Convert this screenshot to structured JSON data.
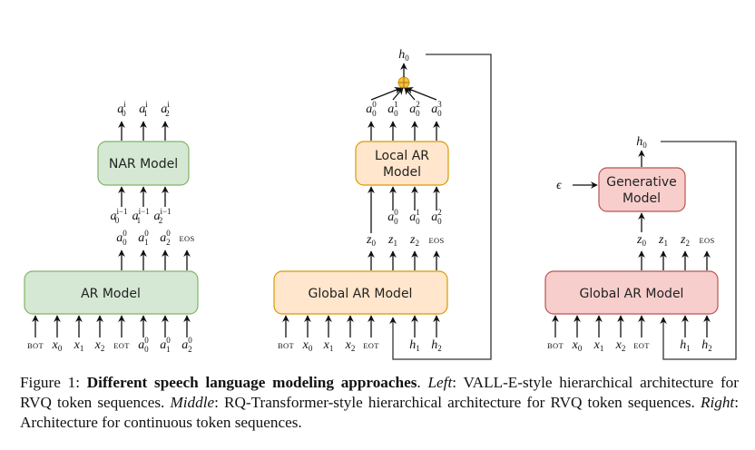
{
  "colors": {
    "left_fill": "#d5e8d4",
    "left_stroke": "#82b366",
    "middle_fill": "#ffe6cc",
    "middle_stroke": "#d79b00",
    "right_fill": "#f8cecc",
    "right_stroke": "#b85450",
    "sum_node": "#f5c242"
  },
  "left": {
    "nar_label": "NAR Model",
    "ar_label": "AR Model",
    "nar_outputs": [
      [
        "a",
        "0",
        "i"
      ],
      [
        "a",
        "1",
        "i"
      ],
      [
        "a",
        "2",
        "i"
      ]
    ],
    "nar_inputs": [
      [
        "a",
        "0",
        "i−1"
      ],
      [
        "a",
        "1",
        "i−1"
      ],
      [
        "a",
        "2",
        "i−1"
      ]
    ],
    "ar_outputs": [
      [
        "a",
        "0",
        "0"
      ],
      [
        "a",
        "1",
        "0"
      ],
      [
        "a",
        "2",
        "0"
      ],
      [
        "EOS",
        "",
        ""
      ]
    ],
    "ar_inputs": [
      [
        "BOT",
        "",
        ""
      ],
      [
        "x",
        "0",
        ""
      ],
      [
        "x",
        "1",
        ""
      ],
      [
        "x",
        "2",
        ""
      ],
      [
        "EOT",
        "",
        ""
      ],
      [
        "a",
        "0",
        "0"
      ],
      [
        "a",
        "1",
        "0"
      ],
      [
        "a",
        "2",
        "0"
      ]
    ]
  },
  "middle": {
    "local_label_line1": "Local AR",
    "local_label_line2": "Model",
    "global_label": "Global AR Model",
    "top_output": [
      "h",
      "0",
      ""
    ],
    "sum_symbol": "⊕",
    "local_outputs": [
      [
        "a",
        "0",
        "0"
      ],
      [
        "a",
        "0",
        "1"
      ],
      [
        "a",
        "0",
        "2"
      ],
      [
        "a",
        "0",
        "3"
      ]
    ],
    "local_inputs": [
      [
        "a",
        "0",
        "0"
      ],
      [
        "a",
        "0",
        "1"
      ],
      [
        "a",
        "0",
        "2"
      ]
    ],
    "global_outputs": [
      [
        "z",
        "0",
        ""
      ],
      [
        "z",
        "1",
        ""
      ],
      [
        "z",
        "2",
        ""
      ],
      [
        "EOS",
        "",
        ""
      ]
    ],
    "global_inputs": [
      [
        "BOT",
        "",
        ""
      ],
      [
        "x",
        "0",
        ""
      ],
      [
        "x",
        "1",
        ""
      ],
      [
        "x",
        "2",
        ""
      ],
      [
        "EOT",
        "",
        ""
      ],
      [
        "",
        "",
        ""
      ],
      [
        "h",
        "1",
        ""
      ],
      [
        "h",
        "2",
        ""
      ]
    ]
  },
  "right": {
    "gen_label_line1": "Generative",
    "gen_label_line2": "Model",
    "global_label": "Global AR Model",
    "top_output": [
      "h",
      "0",
      ""
    ],
    "noise_input": "ϵ",
    "global_outputs": [
      [
        "z",
        "0",
        ""
      ],
      [
        "z",
        "1",
        ""
      ],
      [
        "z",
        "2",
        ""
      ],
      [
        "EOS",
        "",
        ""
      ]
    ],
    "global_inputs": [
      [
        "BOT",
        "",
        ""
      ],
      [
        "x",
        "0",
        ""
      ],
      [
        "x",
        "1",
        ""
      ],
      [
        "x",
        "2",
        ""
      ],
      [
        "EOT",
        "",
        ""
      ],
      [
        "",
        "",
        ""
      ],
      [
        "h",
        "1",
        ""
      ],
      [
        "h",
        "2",
        ""
      ]
    ]
  },
  "caption": {
    "prefix": "Figure 1: ",
    "title": "Different speech language modeling approaches",
    "after_title": ". ",
    "left_tag": "Left",
    "left_text": ": VALL-E-style hierarchical architecture for RVQ token sequences. ",
    "middle_tag": "Middle",
    "middle_text": ": RQ-Transformer-style hierarchical architecture for RVQ token sequences. ",
    "right_tag": "Right",
    "right_text": ": Architecture for continuous token sequences."
  }
}
